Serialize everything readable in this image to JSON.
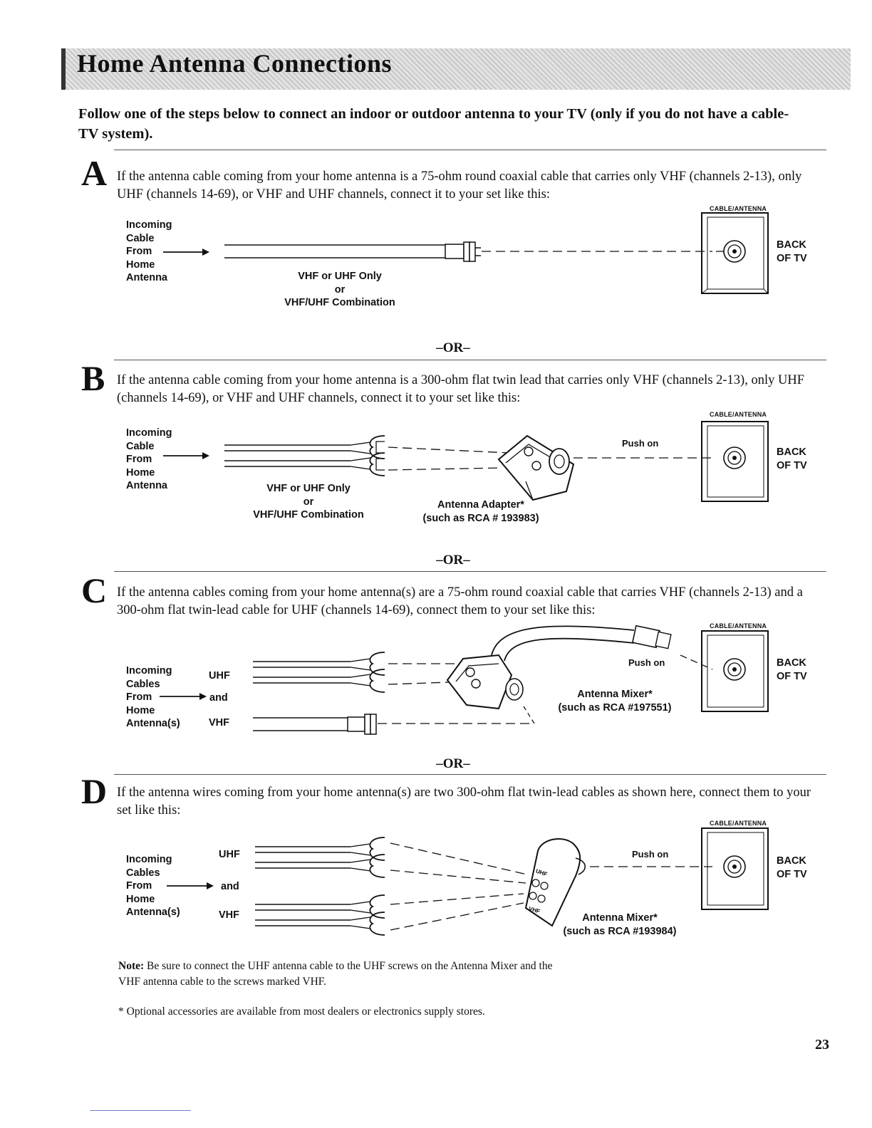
{
  "page": {
    "title": "Home Antenna Connections",
    "intro": "Follow one of the steps below to connect an indoor or outdoor antenna to your TV (only if you do not have a cable-TV system).",
    "page_number": "23"
  },
  "common": {
    "or_separator": "–OR–",
    "cable_antenna": "CABLE/ANTENNA",
    "back_of_tv_1": "BACK",
    "back_of_tv_2": "OF TV",
    "push_on": "Push on"
  },
  "step_a": {
    "letter": "A",
    "text": "If the antenna cable coming from your home antenna is a 75-ohm round coaxial cable that carries only VHF (channels 2-13), only UHF (channels 14-69), or VHF and UHF channels, connect it to your set like this:",
    "incoming": [
      "Incoming",
      "Cable",
      "From",
      "Home",
      "Antenna"
    ],
    "cable_label": [
      "VHF or UHF Only",
      "or",
      "VHF/UHF Combination"
    ]
  },
  "step_b": {
    "letter": "B",
    "text": "If the antenna cable coming from your home antenna is a 300-ohm flat twin lead that carries only VHF (channels 2-13), only UHF (channels 14-69), or VHF and UHF channels, connect it to your set like this:",
    "incoming": [
      "Incoming",
      "Cable",
      "From",
      "Home",
      "Antenna"
    ],
    "cable_label": [
      "VHF or UHF Only",
      "or",
      "VHF/UHF Combination"
    ],
    "adapter_label": [
      "Antenna Adapter*",
      "(such as RCA # 193983)"
    ]
  },
  "step_c": {
    "letter": "C",
    "text": "If the antenna cables coming from your home antenna(s) are a 75-ohm round coaxial cable that carries VHF (channels 2-13) and a 300-ohm flat twin-lead cable for UHF (channels 14-69), connect them to your set like this:",
    "incoming": [
      "Incoming",
      "Cables",
      "From",
      "Home",
      "Antenna(s)"
    ],
    "uhf": "UHF",
    "and": "and",
    "vhf": "VHF",
    "mixer_label": [
      "Antenna Mixer*",
      "(such as RCA #197551)"
    ]
  },
  "step_d": {
    "letter": "D",
    "text": "If the antenna wires coming from your home antenna(s) are two 300-ohm flat twin-lead cables as shown here, connect them to your set like this:",
    "incoming": [
      "Incoming",
      "Cables",
      "From",
      "Home",
      "Antenna(s)"
    ],
    "uhf": "UHF",
    "and": "and",
    "vhf": "VHF",
    "mixer_label": [
      "Antenna Mixer*",
      "(such as RCA #193984)"
    ],
    "mixer_uhf": "UHF",
    "mixer_vhf": "VHF"
  },
  "note": {
    "label": "Note:",
    "text": " Be sure to connect the UHF antenna cable to the UHF screws on the Antenna Mixer and the VHF antenna cable to the screws marked VHF."
  },
  "footnote": "* Optional accessories are available from most dealers or electronics supply stores."
}
